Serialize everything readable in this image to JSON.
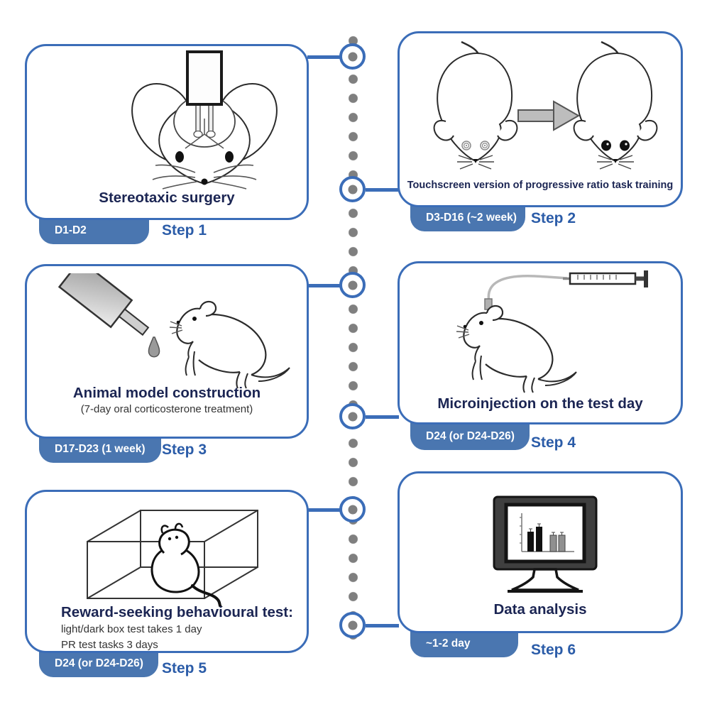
{
  "figure_type": "experimental-protocol-timeline",
  "colors": {
    "box_border": "#3b6db8",
    "badge_fill": "#4a76b0",
    "badge_text": "#ffffff",
    "step_label_text": "#2b5ca8",
    "title_text": "#1b2553",
    "body_text": "#333333",
    "timeline_dot": "#7f7f7f",
    "arrow_gray": "#bdbdbd"
  },
  "timeline": {
    "orientation": "vertical-dotted",
    "connector_style": "ring-around-dot"
  },
  "steps": [
    {
      "title": "Stereotaxic surgery",
      "badge": "D1-D2",
      "step_label": "Step 1",
      "illustration": "mouse-head-with-implant-icon",
      "side": "left"
    },
    {
      "title": "Touchscreen version of progressive ratio task training",
      "badge": "D3-D16 (~2 week)",
      "step_label": "Step 2",
      "illustration": "two-mice-topview-arrow-icon",
      "side": "right"
    },
    {
      "title": "Animal model construction",
      "subtitle": "(7-day oral corticosterone treatment)",
      "badge": "D17-D23 (1 week)",
      "step_label": "Step 3",
      "illustration": "dropper-feeding-mouse-icon",
      "side": "left"
    },
    {
      "title": "Microinjection on the test day",
      "badge": "D24 (or D24-D26)",
      "step_label": "Step 4",
      "illustration": "mouse-cannula-syringe-icon",
      "side": "right"
    },
    {
      "title": "Reward-seeking behavioural test:",
      "lines": [
        "light/dark box test takes 1 day",
        "PR test tasks 3 days"
      ],
      "badge": "D24 (or D24-D26)",
      "step_label": "Step 5",
      "illustration": "lightdark-box-with-mouse-icon",
      "side": "left"
    },
    {
      "title": "Data analysis",
      "badge": "~1-2 day",
      "step_label": "Step 6",
      "illustration": "monitor-bar-chart-icon",
      "side": "right"
    }
  ]
}
